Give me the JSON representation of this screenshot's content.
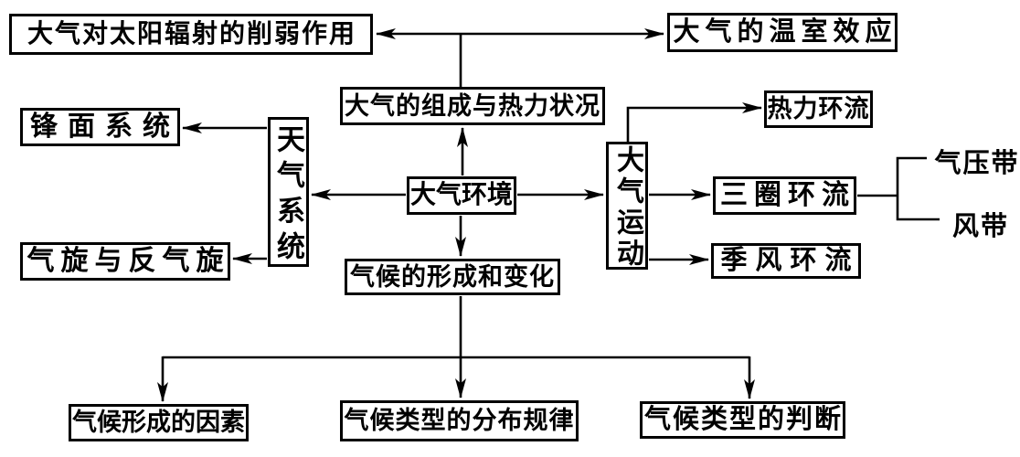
{
  "diagram": {
    "nodes": {
      "weakening": {
        "label": "大气对太阳辐射的削弱作用"
      },
      "greenhouse": {
        "label": "大气的温室效应"
      },
      "composition": {
        "label": "大气的组成与热力状况"
      },
      "core": {
        "label": "大气环境"
      },
      "weather_system": {
        "label": "天气系统"
      },
      "front_system": {
        "label": "锋面系统"
      },
      "cyclone": {
        "label": "气旋与反气旋"
      },
      "atmos_motion": {
        "label": "大气运动"
      },
      "thermal": {
        "label": "热力环流"
      },
      "three_cell": {
        "label": "三圈环流"
      },
      "monsoon": {
        "label": "季风环流"
      },
      "pressure_belt": {
        "label": "气压带"
      },
      "wind_belt": {
        "label": "风带"
      },
      "climate_change": {
        "label": "气候的形成和变化"
      },
      "climate_factors": {
        "label": "气候形成的因素"
      },
      "climate_distribution": {
        "label": "气候类型的分布规律"
      },
      "climate_judgment": {
        "label": "气候类型的判断"
      }
    },
    "edges": [
      {
        "from": "composition",
        "to": "weakening"
      },
      {
        "from": "composition",
        "to": "greenhouse"
      },
      {
        "from": "core",
        "to": "composition"
      },
      {
        "from": "core",
        "to": "weather_system"
      },
      {
        "from": "core",
        "to": "atmos_motion"
      },
      {
        "from": "core",
        "to": "climate_change"
      },
      {
        "from": "weather_system",
        "to": "front_system"
      },
      {
        "from": "weather_system",
        "to": "cyclone"
      },
      {
        "from": "atmos_motion",
        "to": "thermal"
      },
      {
        "from": "atmos_motion",
        "to": "three_cell"
      },
      {
        "from": "atmos_motion",
        "to": "monsoon"
      },
      {
        "from": "three_cell",
        "to": "pressure_belt"
      },
      {
        "from": "three_cell",
        "to": "wind_belt"
      },
      {
        "from": "climate_change",
        "to": "climate_factors"
      },
      {
        "from": "climate_change",
        "to": "climate_distribution"
      },
      {
        "from": "climate_change",
        "to": "climate_judgment"
      }
    ]
  },
  "colors": {
    "line": "#000000",
    "background": "#ffffff",
    "text": "#000000"
  }
}
